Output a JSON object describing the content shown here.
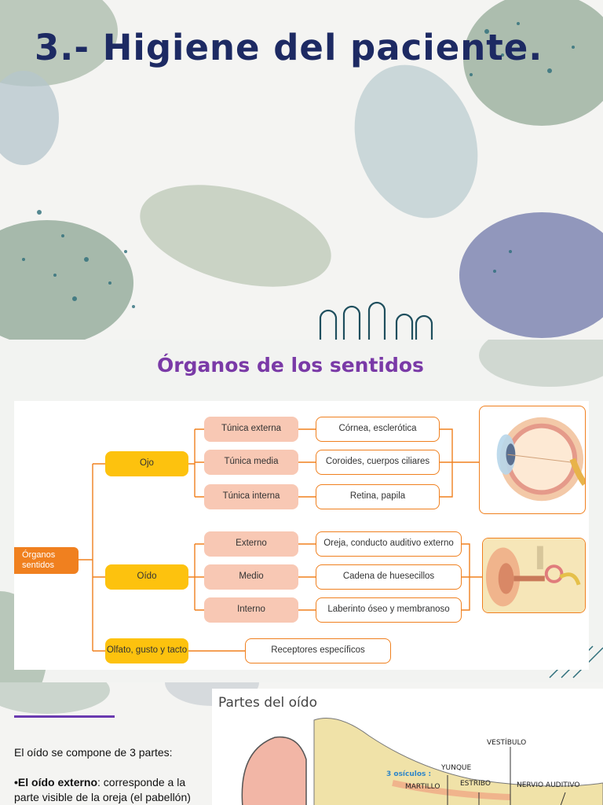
{
  "slide1": {
    "title": "3.- Higiene del paciente.",
    "colors": {
      "title": "#1d2a63",
      "blob_green": "#9fb3a2",
      "blob_blue": "#7f86b3",
      "accent": "#2d6e7a"
    }
  },
  "slide2": {
    "title": "Órganos de los sentidos",
    "diagram": {
      "root": "Órganos sentidos",
      "categories": [
        {
          "label": "Ojo",
          "image": "eye-cross-section-illustration",
          "children": [
            {
              "label": "Túnica externa",
              "detail": "Córnea, esclerótica"
            },
            {
              "label": "Túnica media",
              "detail": "Coroides, cuerpos ciliares"
            },
            {
              "label": "Túnica interna",
              "detail": "Retina, papila"
            }
          ]
        },
        {
          "label": "Oído",
          "image": "ear-cross-section-illustration",
          "children": [
            {
              "label": "Externo",
              "detail": "Oreja, conducto auditivo externo"
            },
            {
              "label": "Medio",
              "detail": "Cadena de huesecillos"
            },
            {
              "label": "Interno",
              "detail": "Laberinto óseo y membranoso"
            }
          ]
        },
        {
          "label": "Olfato, gusto y tacto",
          "detail": "Receptores específicos"
        }
      ]
    },
    "colors": {
      "title": "#7a3aa7",
      "root": "#f0801f",
      "category": "#fdc20e",
      "sub": "#f8c8b4",
      "line": "#f0801f"
    }
  },
  "slide3": {
    "intro": "El oído se compone de 3 partes:",
    "bullet_bold": "•El oído externo",
    "bullet_text": ": corresponde a la parte visible de la oreja (el pabellón) pero también el conducto",
    "figure": {
      "title": "Partes del oído",
      "labels": {
        "vestibulo": "VESTÍBULO",
        "yunque": "YUNQUE",
        "osiculos": "3 osículos :",
        "estribo": "ESTRIBO",
        "martillo": "MARTILLO",
        "nervio": "NERVIO AUDITIVO"
      }
    },
    "colors": {
      "accent_line": "#6a3ab0"
    }
  }
}
